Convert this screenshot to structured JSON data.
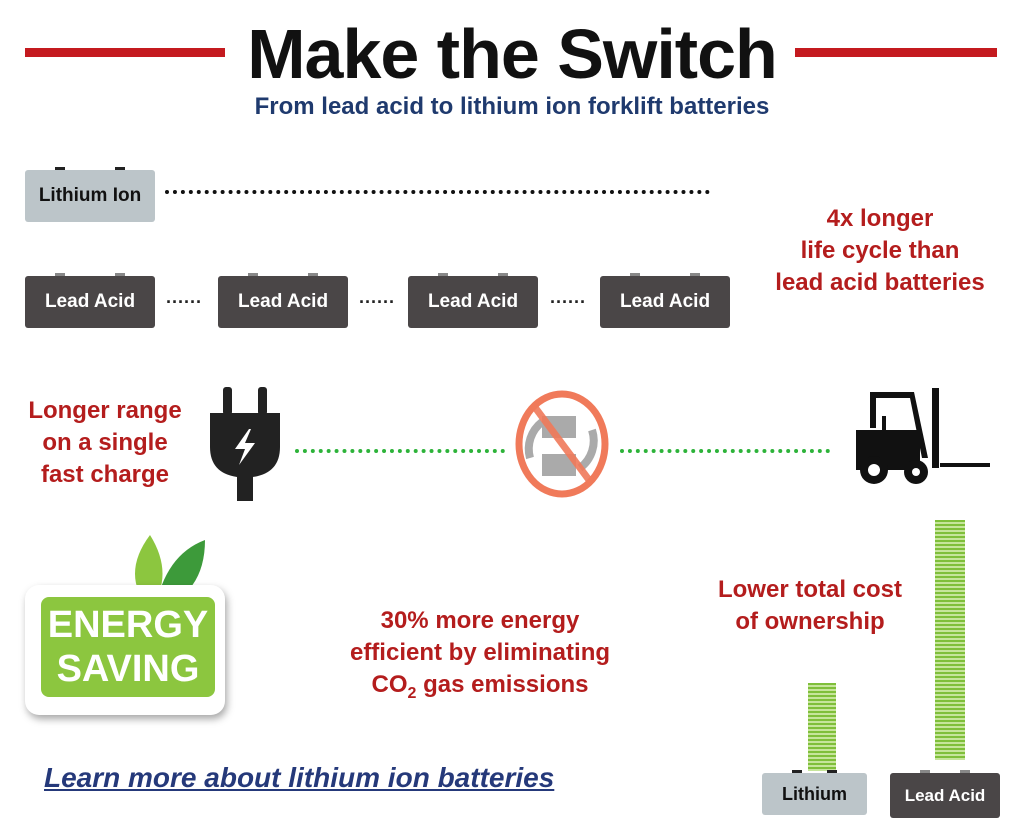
{
  "header": {
    "title": "Make the Switch",
    "subtitle": "From lead acid to lithium ion forklift batteries"
  },
  "batteries": {
    "lithium_label": "Lithium Ion",
    "lead_labels": [
      "Lead Acid",
      "Lead Acid",
      "Lead Acid",
      "Lead Acid"
    ]
  },
  "callouts": {
    "life_cycle": [
      "4x longer",
      "life cycle than",
      "lead acid batteries"
    ],
    "range": [
      "Longer range",
      "on a single",
      "fast charge"
    ],
    "efficiency": [
      "30% more energy",
      "efficient by eliminating",
      "CO",
      "2",
      " gas emissions"
    ],
    "cost": [
      "Lower total cost",
      "of ownership"
    ]
  },
  "badge": {
    "line1": "ENERGY",
    "line2": "SAVING"
  },
  "cost_chart": {
    "lithium_label": "Lithium",
    "lead_label": "Lead Acid"
  },
  "link": "Learn more about lithium ion batteries",
  "colors": {
    "accent_red": "#c41a1f",
    "navy": "#1f3a6e",
    "text_red": "#b41d1d",
    "green": "#8cc63f"
  }
}
